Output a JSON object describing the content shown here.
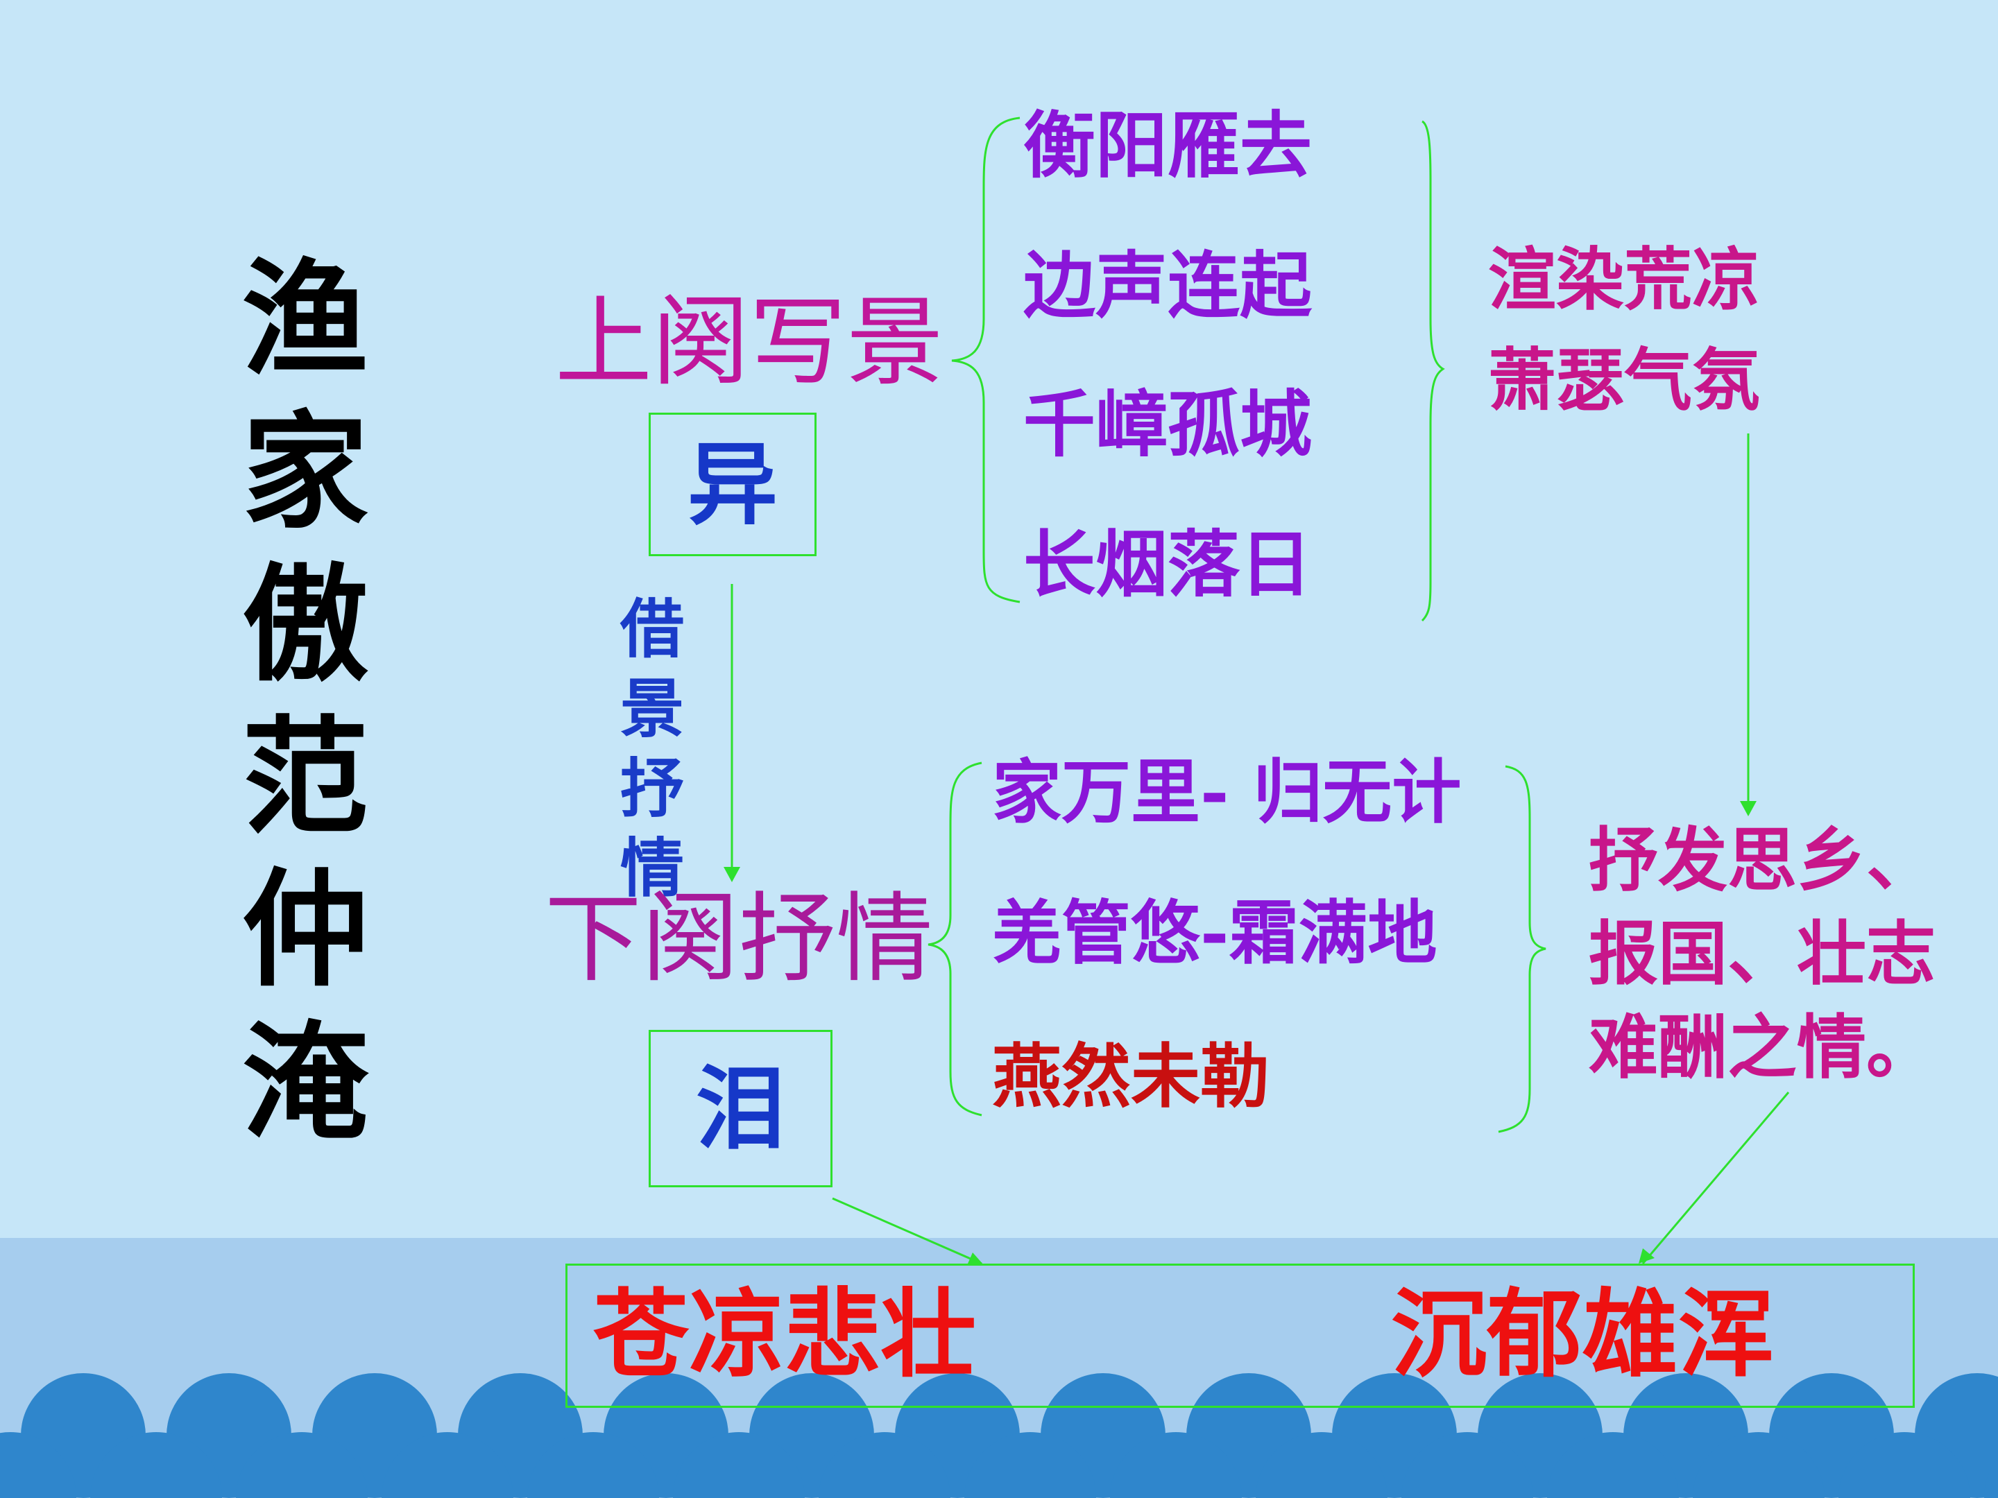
{
  "title": "渔家傲范仲淹",
  "upper_label": "上阕写景",
  "upper_box": "异",
  "side_label": "借景抒情",
  "upper_items": [
    "衡阳雁去",
    "边声连起",
    "千嶂孤城",
    "长烟落日"
  ],
  "upper_result": [
    "渲染荒凉",
    "萧瑟气氛"
  ],
  "lower_label": "下阕抒情",
  "lower_box": "泪",
  "lower_items": [
    "家万里- 归无计",
    "羌管悠-霜满地",
    "燕然未勒"
  ],
  "lower_result": [
    "抒发思乡、",
    "报国、壮志",
    "难酬之情。"
  ],
  "conclusion": [
    "苍凉悲壮",
    "沉郁雄浑"
  ],
  "colors": {
    "title": "#000000",
    "main_label": "#c0169a",
    "item_purple": "#8a16d8",
    "item_red": "#c81010",
    "result_pink": "#c8168a",
    "box_char": "#1638c8",
    "lines": "#2ee02e",
    "conclusion": "#ee1010",
    "wave": "#2f86cc"
  }
}
